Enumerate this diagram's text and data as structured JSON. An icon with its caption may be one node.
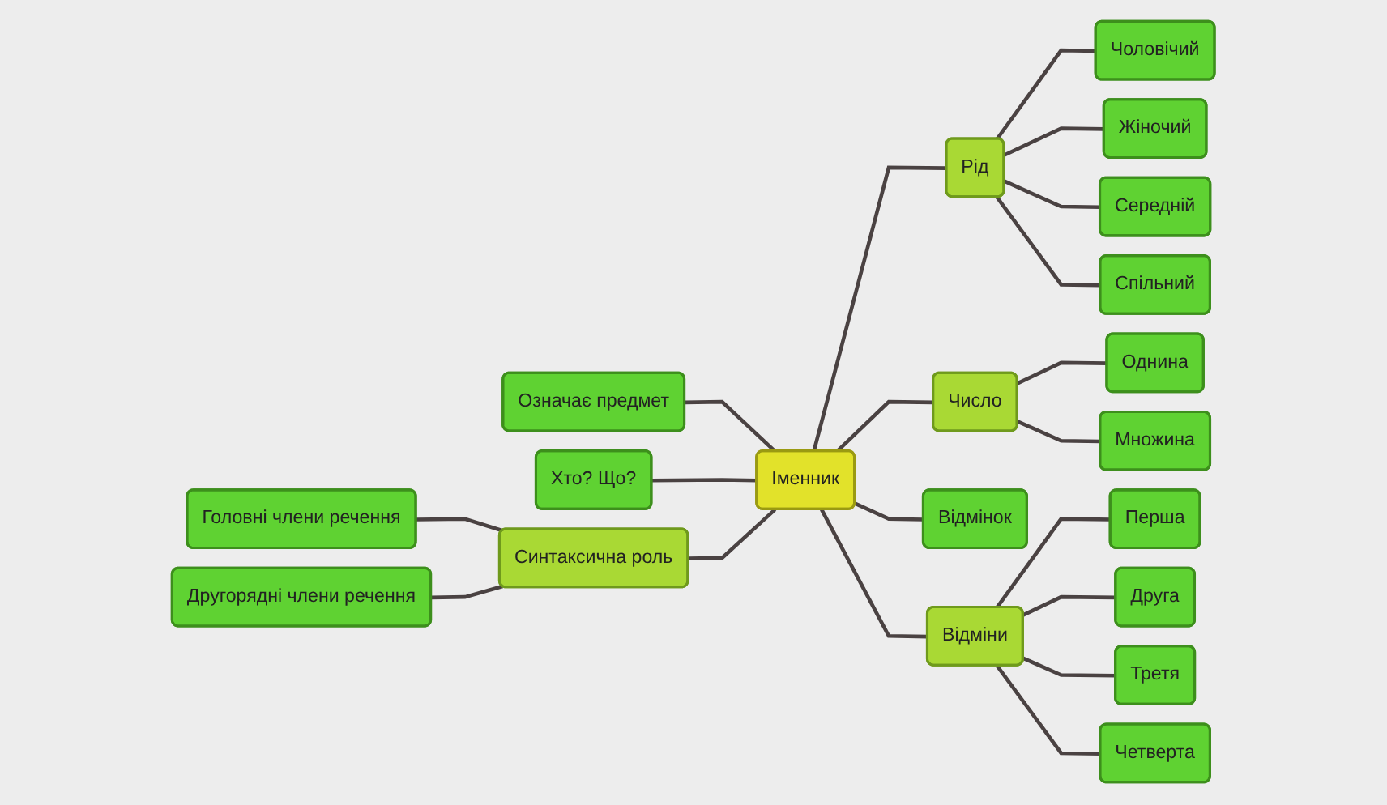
{
  "diagram": {
    "nodes": [
      {
        "text": [
          "Іменник"
        ]
      },
      {
        "text": [
          "Означає предмет"
        ]
      },
      {
        "text": [
          "Хто? Що?"
        ]
      },
      {
        "text": [
          "Синтаксична роль"
        ]
      },
      {
        "text": [
          "Головні члени речення"
        ]
      },
      {
        "text": [
          "Другорядні члени речення"
        ]
      },
      {
        "text": [
          "Рід"
        ]
      },
      {
        "text": [
          "Чоловічий"
        ]
      },
      {
        "text": [
          "Жіночий"
        ]
      },
      {
        "text": [
          "Середній"
        ]
      },
      {
        "text": [
          "Спільний"
        ]
      },
      {
        "text": [
          "Число"
        ]
      },
      {
        "text": [
          "Однина"
        ]
      },
      {
        "text": [
          "Множина"
        ]
      },
      {
        "text": [
          "Відмінок"
        ]
      },
      {
        "text": [
          "Відміни"
        ]
      },
      {
        "text": [
          "Перша"
        ]
      },
      {
        "text": [
          "Друга"
        ]
      },
      {
        "text": [
          "Третя"
        ]
      },
      {
        "text": [
          "Четверта"
        ]
      }
    ],
    "edges": [
      {
        "from": 1,
        "to": 0,
        "arrow": "none"
      },
      {
        "from": 2,
        "to": 0,
        "arrow": "none"
      },
      {
        "from": 3,
        "to": 0,
        "arrow": "none"
      },
      {
        "from": 4,
        "to": 3,
        "arrow": "none"
      },
      {
        "from": 5,
        "to": 3,
        "arrow": "none"
      },
      {
        "from": 0,
        "to": 6,
        "arrow": "none"
      },
      {
        "from": 6,
        "to": 7,
        "arrow": "none"
      },
      {
        "from": 6,
        "to": 8,
        "arrow": "none"
      },
      {
        "from": 6,
        "to": 9,
        "arrow": "none"
      },
      {
        "from": 6,
        "to": 10,
        "arrow": "none"
      },
      {
        "from": 0,
        "to": 11,
        "arrow": "none"
      },
      {
        "from": 11,
        "to": 12,
        "arrow": "none"
      },
      {
        "from": 11,
        "to": 13,
        "arrow": "none"
      },
      {
        "from": 0,
        "to": 14,
        "arrow": "none"
      },
      {
        "from": 0,
        "to": 15,
        "arrow": "none"
      },
      {
        "from": 15,
        "to": 16,
        "arrow": "none"
      },
      {
        "from": 15,
        "to": 17,
        "arrow": "none"
      },
      {
        "from": 15,
        "to": 18,
        "arrow": "none"
      },
      {
        "from": 15,
        "to": 19,
        "arrow": "none"
      }
    ]
  }
}
